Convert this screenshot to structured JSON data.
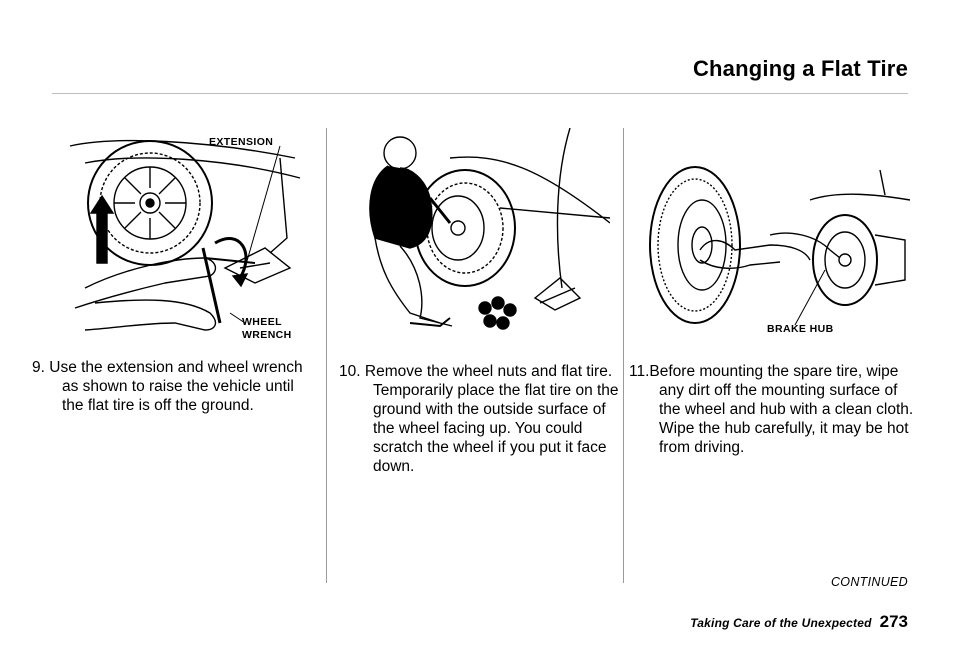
{
  "header": {
    "title": "Changing a Flat Tire"
  },
  "illustrations": {
    "lift": {
      "callouts": {
        "extension": "EXTENSION",
        "wheel_wrench_line1": "WHEEL",
        "wheel_wrench_line2": "WRENCH"
      }
    },
    "remove": {},
    "mount": {
      "callouts": {
        "brake_hub": "BRAKE HUB"
      }
    }
  },
  "steps": [
    {
      "number": "9.",
      "text": "Use the extension and wheel wrench as shown to raise the vehicle until the flat tire is off the ground."
    },
    {
      "number": "10.",
      "text": "Remove the wheel nuts and flat tire. Temporarily place the flat tire on the ground with the outside surface of the wheel facing up. You could scratch the wheel if you put it face down."
    },
    {
      "number": "11.",
      "text": "Before mounting the spare tire, wipe any dirt off the mounting surface of the wheel and hub with a clean cloth. Wipe the hub carefully, it may be hot from driving."
    }
  ],
  "continued": "CONTINUED",
  "footer": {
    "section": "Taking Care of the Unexpected",
    "page_number": "273"
  }
}
